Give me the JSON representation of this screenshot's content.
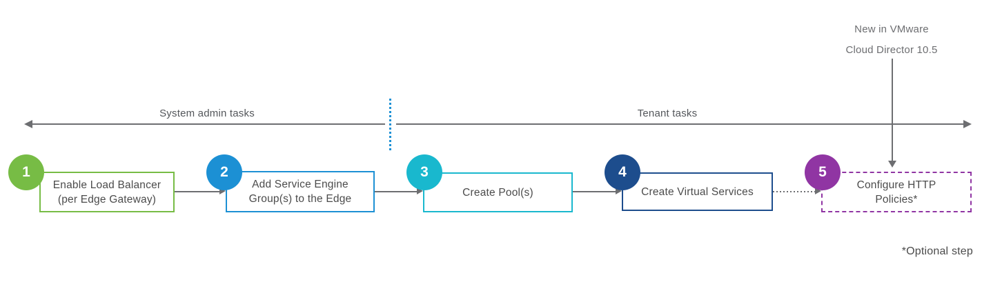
{
  "annotations": {
    "new_in_vmware": "New in VMware\nCloud Director 10.5",
    "optional_note": "*Optional step"
  },
  "timeline": {
    "left_label": "System admin tasks",
    "right_label": "Tenant tasks",
    "line_color": "#6D6E71",
    "divider_color": "#1C90D4"
  },
  "steps": [
    {
      "number": "1",
      "label": "Enable Load Balancer\n(per Edge Gateway)",
      "color": "#77BC45",
      "border": "solid"
    },
    {
      "number": "2",
      "label": "Add Service Engine\nGroup(s) to the Edge",
      "color": "#1C90D4",
      "border": "solid"
    },
    {
      "number": "3",
      "label": "Create Pool(s)",
      "color": "#19B8CE",
      "border": "solid"
    },
    {
      "number": "4",
      "label": "Create Virtual Services",
      "color": "#1D4D8D",
      "border": "solid"
    },
    {
      "number": "5",
      "label": "Configure HTTP\nPolicies*",
      "color": "#9035A3",
      "border": "dashed"
    }
  ],
  "connectors": [
    {
      "from": "1",
      "to": "2",
      "style": "solid"
    },
    {
      "from": "2",
      "to": "3",
      "style": "solid"
    },
    {
      "from": "3",
      "to": "4",
      "style": "solid"
    },
    {
      "from": "4",
      "to": "5",
      "style": "dotted"
    }
  ]
}
